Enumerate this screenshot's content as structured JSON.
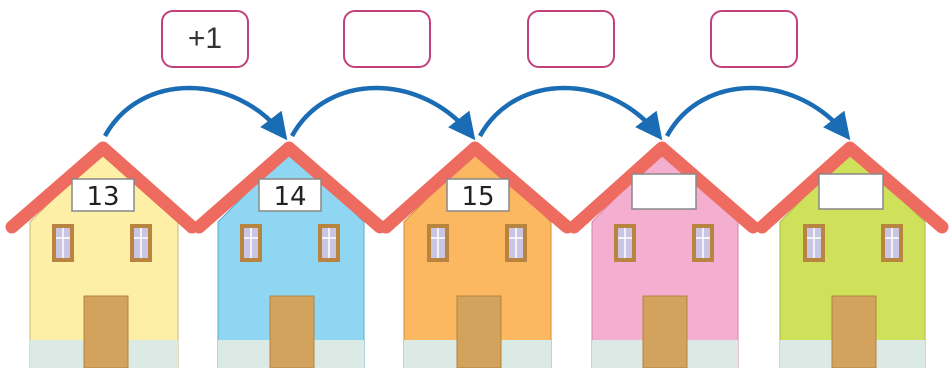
{
  "operation_boxes": [
    {
      "label": "+1"
    },
    {
      "label": ""
    },
    {
      "label": ""
    },
    {
      "label": ""
    }
  ],
  "houses": [
    {
      "number": "13",
      "wall_color": "#fdf0a6"
    },
    {
      "number": "14",
      "wall_color": "#8fd6f3"
    },
    {
      "number": "15",
      "wall_color": "#fbb860"
    },
    {
      "number": "",
      "wall_color": "#f4aed0"
    },
    {
      "number": "",
      "wall_color": "#cfe05a"
    }
  ],
  "colors": {
    "roof": "#ee6b5f",
    "arrow": "#1a6cb4",
    "box_border": "#c2417a",
    "door": "#d3a25c",
    "base": "#dbeae4",
    "window_frame": "#b8843f"
  }
}
